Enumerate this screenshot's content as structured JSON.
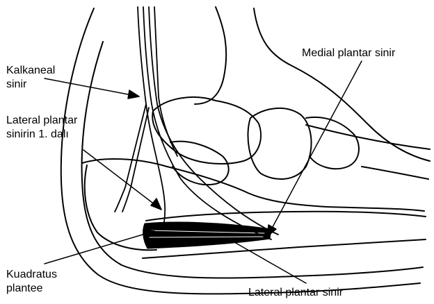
{
  "labels": {
    "kalkaneal": [
      "Kalkaneal",
      "sinir"
    ],
    "lateral_first_branch": [
      "Lateral plantar",
      "sinirin 1. dalı"
    ],
    "kuadratus": [
      "Kuadratus",
      "plantee"
    ],
    "medial_plantar": "Medial plantar sinir",
    "lateral_plantar": "Lateral plantar sinir"
  },
  "colors": {
    "ink": "#000000",
    "background": "#ffffff"
  }
}
